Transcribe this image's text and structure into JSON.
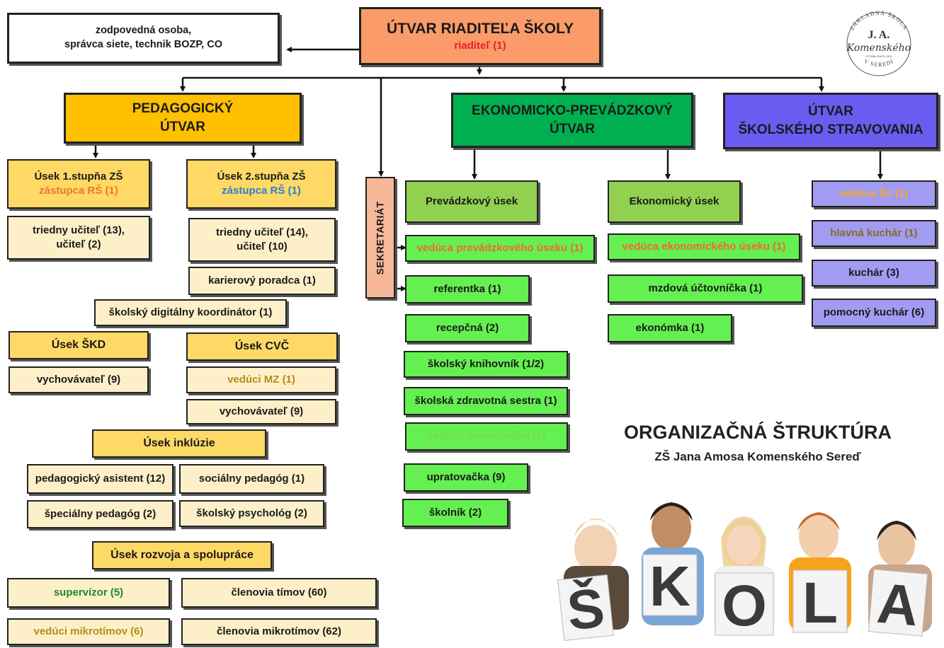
{
  "top": {
    "title": "ÚTVAR RIADITEĽA ŠKOLY",
    "role": "riaditeľ (1)"
  },
  "staff": {
    "line1": "zodpovedná osoba,",
    "line2": "správca siete,   technik BOZP, CO"
  },
  "logo": {
    "arc_top": "ZÁKLADNÁ ŠKOLA",
    "name1": "J. A.",
    "name2": "Komenského",
    "est": "ESTABLISHED 1993",
    "arc_bottom": "V SEREDI"
  },
  "ped": {
    "title1": "PEDAGOGICKÝ",
    "title2": "ÚTVAR",
    "usek1": {
      "title": "Úsek 1.stupňa ZŠ",
      "lead": "zástupca RŠ (1)",
      "cell1": "triedny učiteľ (13),",
      "cell2": "učiteľ (2)"
    },
    "usek2": {
      "title": "Úsek 2.stupňa ZŠ",
      "lead": "zástupca RŠ (1)",
      "cell1": "triedny učiteľ (14),",
      "cell2": "učiteľ  (10)",
      "career": "karierový poradca (1)"
    },
    "digital": "školský digitálny koordinátor  (1)",
    "skd": {
      "title": "Úsek ŠKD",
      "cell": "vychovávateľ (9)"
    },
    "cvc": {
      "title": "Úsek CVČ",
      "lead": "vedúci MZ (1)",
      "cell": "vychovávateľ (9)"
    },
    "inkluzia": {
      "title": "Úsek inklúzie",
      "c1": "pedagogický asistent (12)",
      "c2": "sociálny pedagóg (1)",
      "c3": "špeciálny pedagóg (2)",
      "c4": "školský psychológ (2)"
    },
    "rozvoj": {
      "title": "Úsek rozvoja a spolupráce",
      "c1": "supervízor (5)",
      "c2": "členovia tímov (60)",
      "c3": "vedúci mikrotímov (6)",
      "c4": "členovia mikrotímov (62)"
    }
  },
  "sekretariat": "SEKRETARIÁT",
  "eko": {
    "title1": "EKONOMICKO-PREVÁDZKOVÝ",
    "title2": "ÚTVAR",
    "prev": {
      "title": "Prevádzkový úsek",
      "lead": "vedúca prevádzkového úseku (1)",
      "items": [
        "referentka (1)",
        "recepčná  (2)",
        "školský knihovník (1/2)",
        "školská zdravotná sestra (1)",
        "vedúca upratovačka (1)",
        "upratovačka (9)",
        "školník (2)"
      ]
    },
    "ekon": {
      "title": "Ekonomický úsek",
      "lead": "vedúca ekonomického úseku  (1)",
      "items": [
        "mzdová účtovníčka (1)",
        "ekonómka (1)"
      ]
    }
  },
  "str": {
    "title1": "ÚTVAR",
    "title2": "ŠKOLSKÉHO STRAVOVANIA",
    "items": [
      "vedúca ŠJ (1)",
      "hlavná kuchár (1)",
      "kuchár (3)",
      "pomocný kuchár (6)"
    ]
  },
  "footer": {
    "title": "ORGANIZAČNÁ ŠTRUKTÚRA",
    "subtitle": "ZŠ Jana Amosa Komenského Sereď"
  },
  "photo": {
    "letters": [
      "Š",
      "K",
      "O",
      "L",
      "A"
    ]
  },
  "colors": {
    "top": "#fb9b6a",
    "ped": "#ffc000",
    "eko": "#00b050",
    "str": "#6a5cf0",
    "green_cell": "#64f050",
    "yellow_cell": "#fdf0c9",
    "purple_cell": "#a19cf2"
  }
}
